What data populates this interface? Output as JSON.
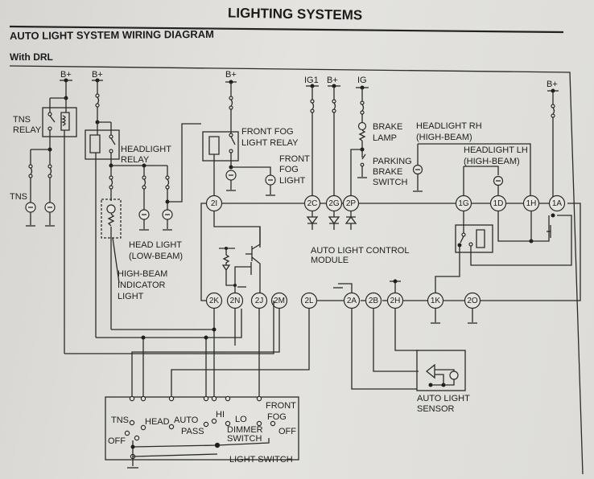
{
  "header": {
    "title": "LIGHTING SYSTEMS",
    "subtitle": "AUTO LIGHT SYSTEM WIRING DIAGRAM",
    "variant": "With DRL"
  },
  "power_labels": {
    "bplus": "B+",
    "ig1": "IG1",
    "ig": "IG"
  },
  "components": {
    "tns_relay": [
      "TNS",
      "RELAY"
    ],
    "tns_lamp": "TNS",
    "headlight_relay": [
      "HEADLIGHT",
      "RELAY"
    ],
    "head_light_low": [
      "HEAD LIGHT",
      "(LOW-BEAM)"
    ],
    "high_beam_indicator": [
      "HIGH-BEAM",
      "INDICATOR",
      "LIGHT"
    ],
    "front_fog_relay": [
      "FRONT FOG",
      "LIGHT RELAY"
    ],
    "front_fog_light": [
      "FRONT",
      "FOG",
      "LIGHT"
    ],
    "brake_lamp": [
      "BRAKE",
      "LAMP"
    ],
    "parking_brake_switch": [
      "PARKING",
      "BRAKE",
      "SWITCH"
    ],
    "headlight_rh": [
      "HEADLIGHT RH",
      "(HIGH-BEAM)"
    ],
    "headlight_lh": [
      "HEADLIGHT LH",
      "(HIGH-BEAM)"
    ],
    "auto_light_module": [
      "AUTO LIGHT CONTROL",
      "MODULE"
    ],
    "auto_light_sensor": [
      "AUTO LIGHT",
      "SENSOR"
    ],
    "light_switch": "LIGHT SWITCH",
    "dimmer_switch": [
      "DIMMER",
      "SWITCH"
    ]
  },
  "switch_positions": {
    "tns": "TNS",
    "head": "HEAD",
    "auto": "AUTO",
    "off": "OFF",
    "pass": "PASS",
    "hi": "HI",
    "lo": "LO",
    "front": "FRONT",
    "fog": "FOG",
    "fog_off": "OFF"
  },
  "connectors": {
    "c2I": "2I",
    "c2C": "2C",
    "c2G": "2G",
    "c2P": "2P",
    "c1G": "1G",
    "c1D": "1D",
    "c1H": "1H",
    "c1A": "1A",
    "c2K": "2K",
    "c2N": "2N",
    "c2J": "2J",
    "c2M": "2M",
    "c2L": "2L",
    "c2A": "2A",
    "c2B": "2B",
    "c2H": "2H",
    "c1K": "1K",
    "c2O": "2O"
  }
}
